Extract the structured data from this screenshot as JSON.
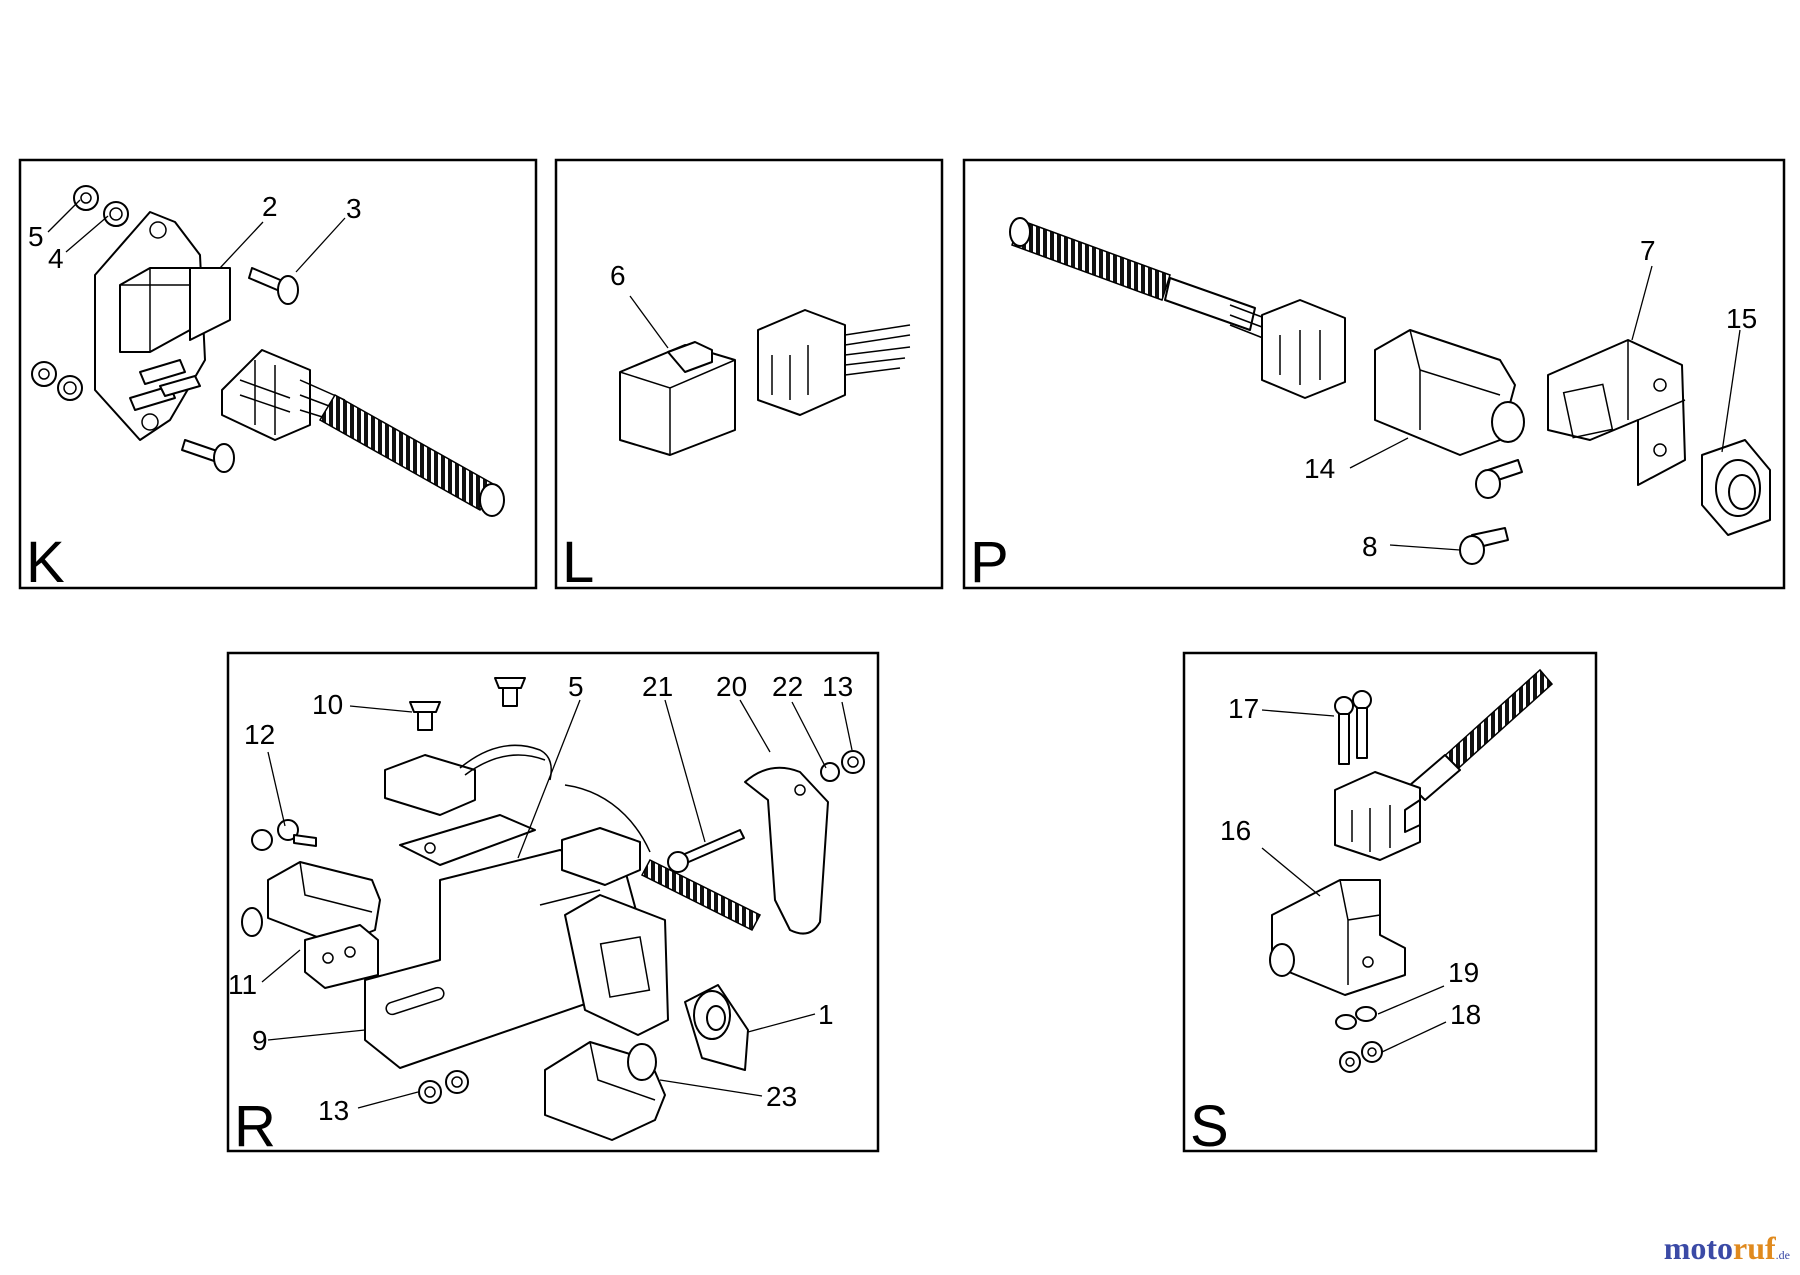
{
  "panels": [
    {
      "id": "K",
      "letter": "K",
      "callouts": [
        "5",
        "4",
        "2",
        "3"
      ]
    },
    {
      "id": "L",
      "letter": "L",
      "callouts": [
        "6"
      ]
    },
    {
      "id": "P",
      "letter": "P",
      "callouts": [
        "7",
        "15",
        "14",
        "8"
      ]
    },
    {
      "id": "R",
      "letter": "R",
      "callouts": [
        "10",
        "5",
        "21",
        "20",
        "22",
        "13",
        "12",
        "11",
        "9",
        "1",
        "23",
        "13"
      ]
    },
    {
      "id": "S",
      "letter": "S",
      "callouts": [
        "17",
        "16",
        "19",
        "18"
      ]
    }
  ],
  "watermark": {
    "part1": "moto",
    "part2": "ruf",
    "suffix": ".de"
  }
}
